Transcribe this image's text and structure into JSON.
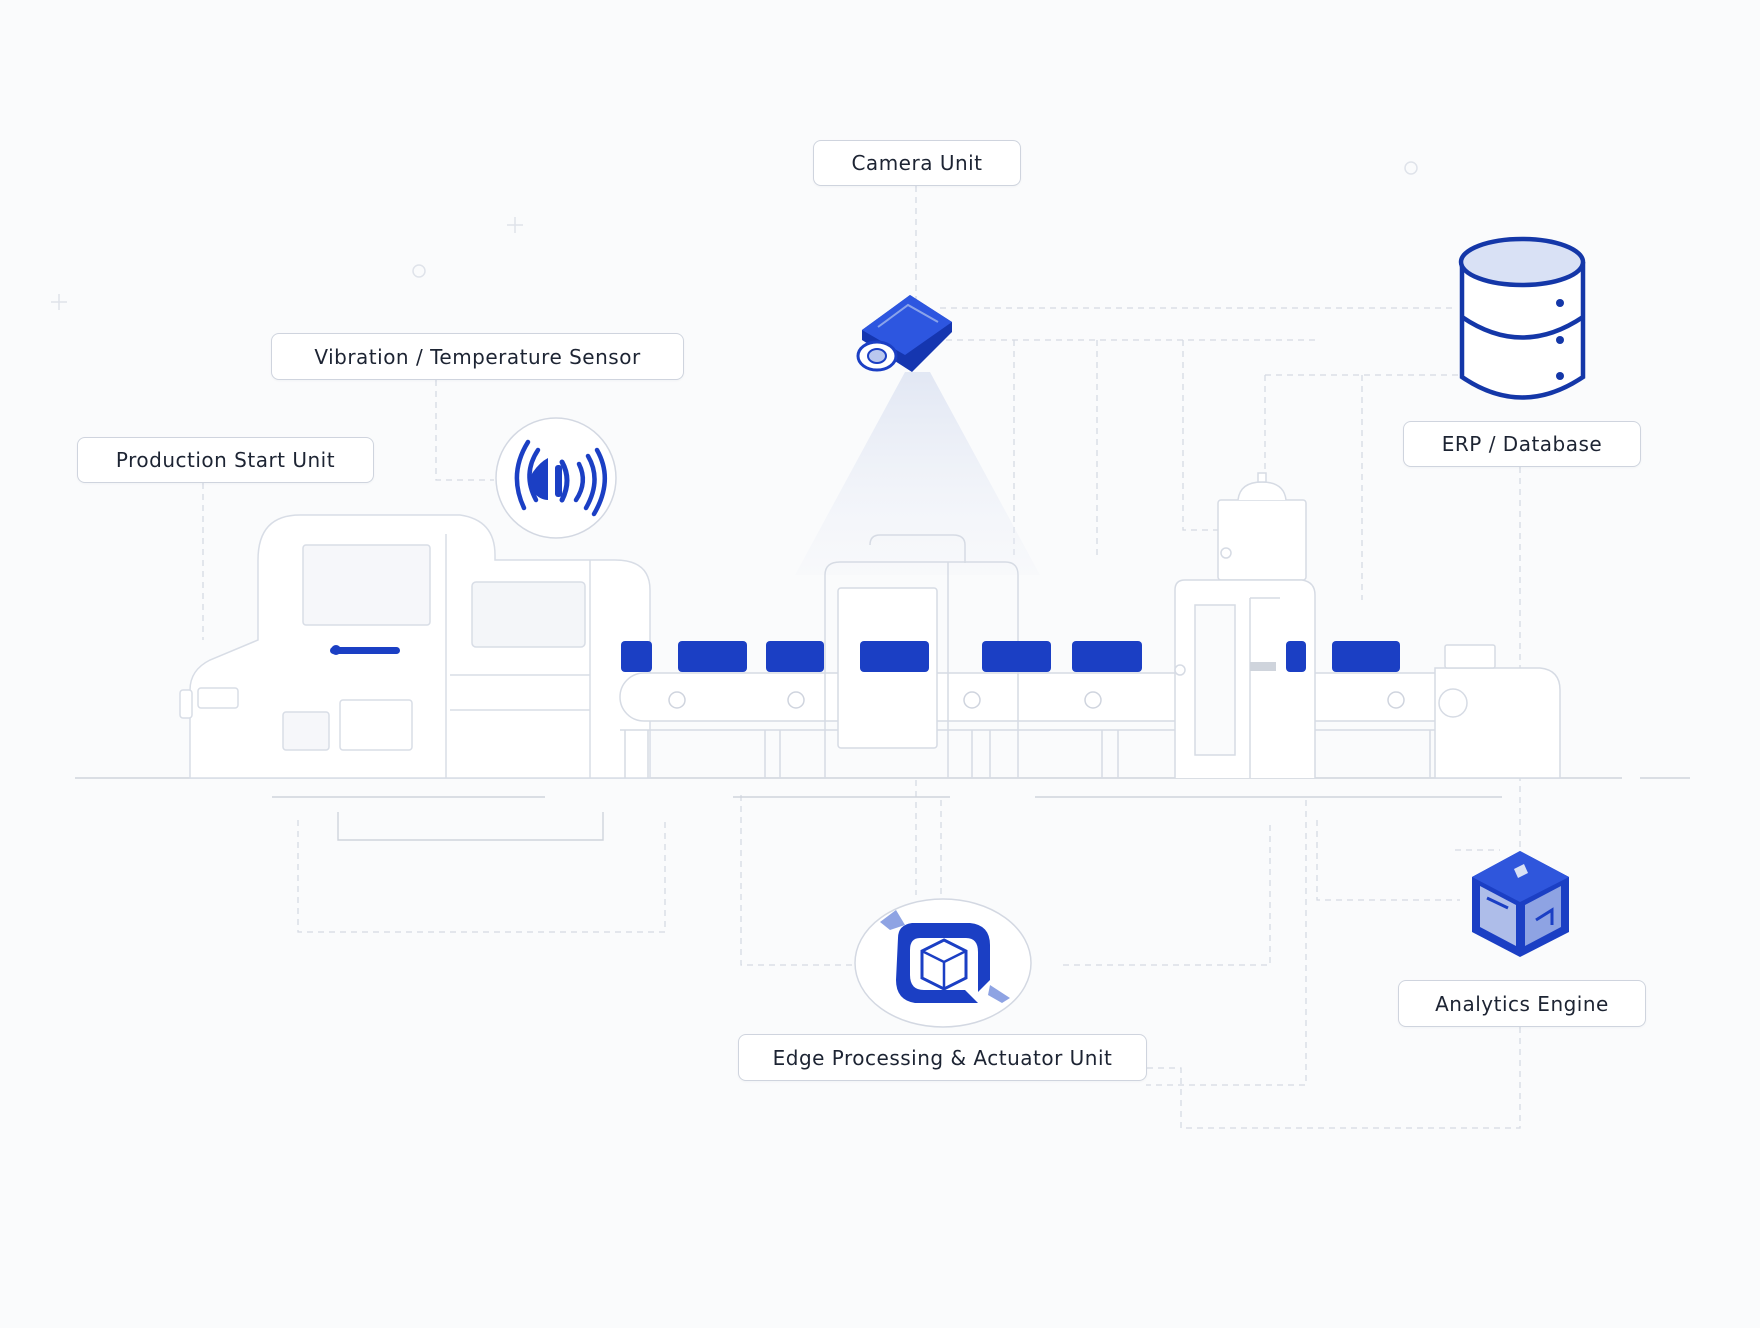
{
  "labels": {
    "camera": "Camera Unit",
    "vibration": "Vibration / Temperature Sensor",
    "production": "Production Start Unit",
    "erp": "ERP / Database",
    "analytics": "Analytics Engine",
    "edge": "Edge Processing & Actuator Unit"
  },
  "icons": {
    "camera": "camera-icon",
    "sensor": "sensor-waves-icon",
    "database": "database-icon",
    "analytics": "cube-icon",
    "edge": "edge-cube-icon"
  },
  "colors": {
    "accent": "#1437b8",
    "accent_light": "#d9e1f5",
    "line": "#d3d8e2",
    "machine_stroke": "#d8dde6",
    "label_border": "#cfd4de",
    "text": "#1d2433"
  }
}
